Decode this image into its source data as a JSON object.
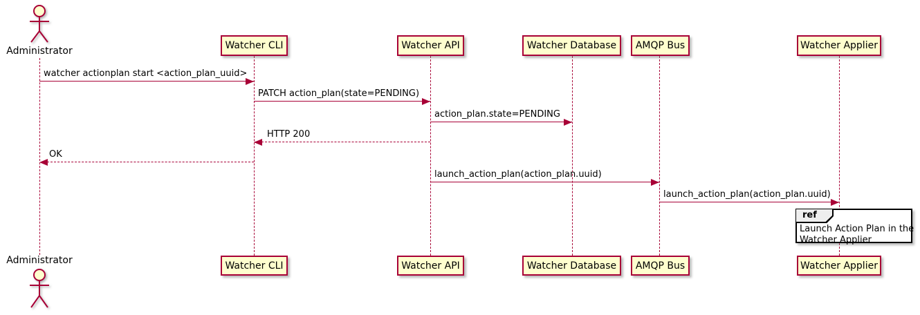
{
  "diagram": {
    "type": "sequence",
    "colors": {
      "accent": "#A80036",
      "participant_fill": "#FEFECE",
      "ref_header_fill": "#EEEEEE",
      "text": "#000000",
      "ref_border": "#000000"
    },
    "actor": {
      "label": "Administrator"
    },
    "participants": [
      {
        "label": "Watcher CLI"
      },
      {
        "label": "Watcher API"
      },
      {
        "label": "Watcher Database"
      },
      {
        "label": "AMQP Bus"
      },
      {
        "label": "Watcher Applier"
      }
    ],
    "messages": [
      {
        "from": "Administrator",
        "to": "Watcher CLI",
        "label": "watcher actionplan start <action_plan_uuid>",
        "line": "solid",
        "direction": "right"
      },
      {
        "from": "Watcher CLI",
        "to": "Watcher API",
        "label": "PATCH action_plan(state=PENDING)",
        "line": "solid",
        "direction": "right"
      },
      {
        "from": "Watcher API",
        "to": "Watcher Database",
        "label": "action_plan.state=PENDING",
        "line": "solid",
        "direction": "right"
      },
      {
        "from": "Watcher API",
        "to": "Watcher CLI",
        "label": "HTTP 200",
        "line": "dashed",
        "direction": "left"
      },
      {
        "from": "Watcher CLI",
        "to": "Administrator",
        "label": "OK",
        "line": "dashed",
        "direction": "left"
      },
      {
        "from": "Watcher API",
        "to": "AMQP Bus",
        "label": "launch_action_plan(action_plan.uuid)",
        "line": "solid",
        "direction": "right"
      },
      {
        "from": "AMQP Bus",
        "to": "Watcher Applier",
        "label": "launch_action_plan(action_plan.uuid)",
        "line": "solid",
        "direction": "right"
      }
    ],
    "ref": {
      "keyword": "ref",
      "lines": [
        "Launch Action Plan in the",
        "Watcher Applier"
      ]
    }
  }
}
